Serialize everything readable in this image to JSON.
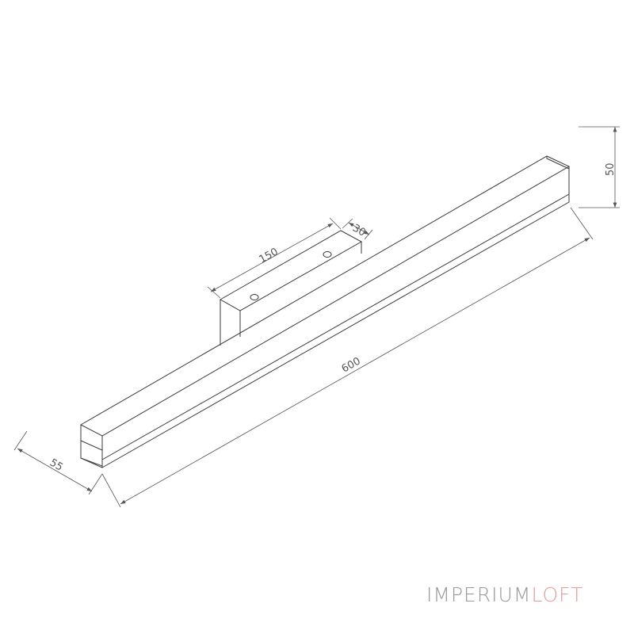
{
  "dimensions": {
    "length": "600",
    "height": "50",
    "depth": "55",
    "bracket_length": "150",
    "bracket_depth": "30"
  },
  "logo": {
    "part1": "IMPERIUM",
    "part2": "LOFT",
    "color1": "#9a9a9a",
    "color2": "#e69a9a"
  }
}
